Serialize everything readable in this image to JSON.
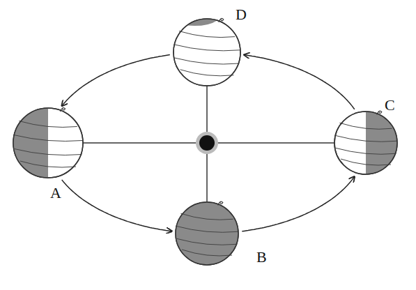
{
  "diagram": {
    "nodes": [
      {
        "text": [
          "A"
        ]
      },
      {
        "text": [
          "B"
        ]
      },
      {
        "text": [
          "C"
        ]
      },
      {
        "text": [
          "D"
        ]
      }
    ],
    "edges": [
      {
        "from": 0,
        "to": 1,
        "arrow": "to"
      },
      {
        "from": 1,
        "to": 2,
        "arrow": "to"
      },
      {
        "from": 2,
        "to": 3,
        "arrow": "to"
      },
      {
        "from": 3,
        "to": 0,
        "arrow": "to"
      }
    ]
  }
}
